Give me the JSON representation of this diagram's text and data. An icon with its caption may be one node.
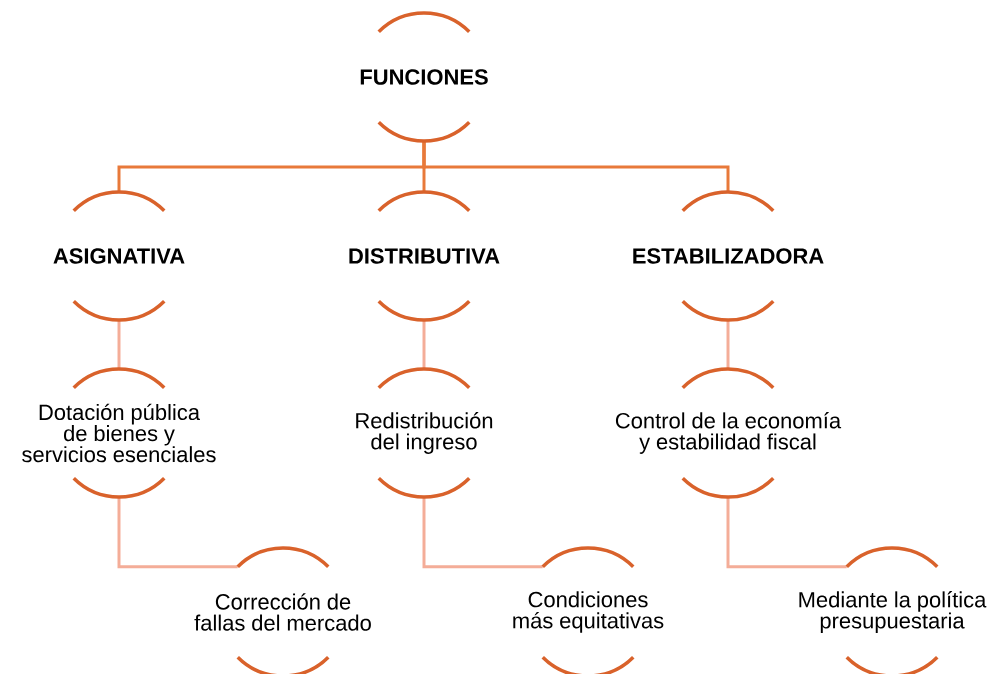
{
  "diagram": {
    "nodes": [
      {
        "text": [
          "FUNCIONES"
        ]
      },
      {
        "text": [
          "ASIGNATIVA"
        ]
      },
      {
        "text": [
          "DISTRIBUTIVA"
        ]
      },
      {
        "text": [
          "ESTABILIZADORA"
        ]
      },
      {
        "text": [
          "Dotación pública de bienes y servicios esenciales"
        ]
      },
      {
        "text": [
          "Redistribución del ingreso"
        ]
      },
      {
        "text": [
          "Control de la economía y estabilidad fiscal"
        ]
      },
      {
        "text": [
          "Corrección de fallas del mercado"
        ]
      },
      {
        "text": [
          "Condiciones más equitativas"
        ]
      },
      {
        "text": [
          "Mediante la política presupuestaria"
        ]
      }
    ],
    "edges": [
      {
        "from": 0,
        "to": 1,
        "arrow": "none",
        "color": "#e8793a"
      },
      {
        "from": 0,
        "to": 2,
        "arrow": "none",
        "color": "#e8793a"
      },
      {
        "from": 0,
        "to": 3,
        "arrow": "none",
        "color": "#e8793a"
      },
      {
        "from": 1,
        "to": 4,
        "arrow": "none"
      },
      {
        "from": 2,
        "to": 5,
        "arrow": "none"
      },
      {
        "from": 3,
        "to": 6,
        "arrow": "none"
      },
      {
        "from": 4,
        "to": 7,
        "arrow": "none"
      },
      {
        "from": 5,
        "to": 8,
        "arrow": "none"
      },
      {
        "from": 6,
        "to": 9,
        "arrow": "none"
      }
    ]
  }
}
